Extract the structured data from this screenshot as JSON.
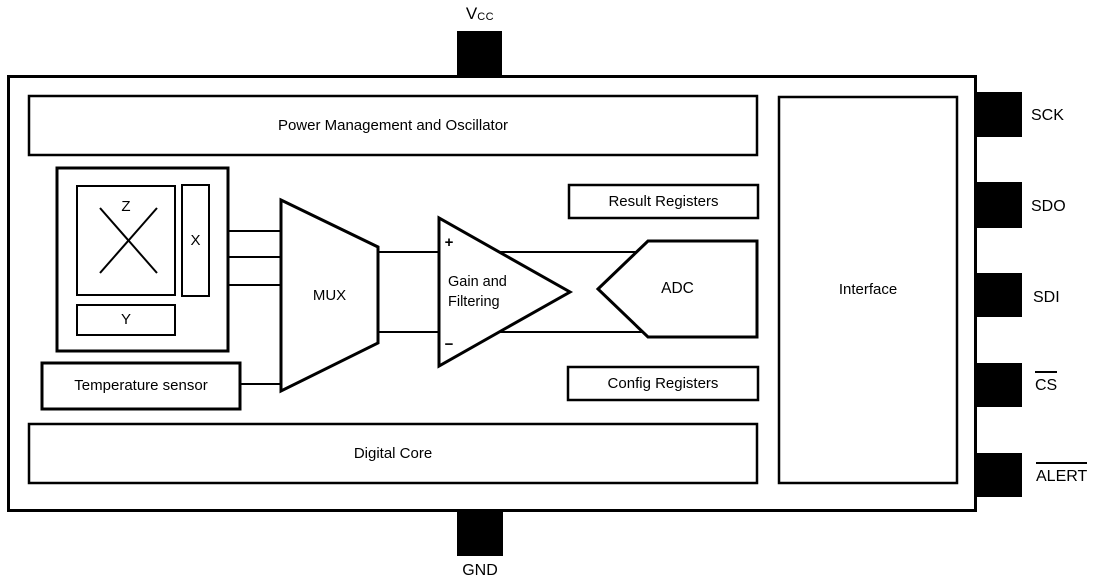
{
  "colors": {
    "ink": "#000000",
    "background": "#ffffff",
    "pin_fill": "#000000"
  },
  "pins": {
    "top": {
      "name": "V",
      "sub": "CC"
    },
    "bottom": {
      "name": "GND"
    },
    "right": [
      {
        "label": "SCK",
        "overline": false
      },
      {
        "label": "SDO",
        "overline": false
      },
      {
        "label": "SDI",
        "overline": false
      },
      {
        "label": "CS",
        "overline": true
      },
      {
        "label": "ALERT",
        "overline": true
      }
    ]
  },
  "blocks": {
    "power_management": "Power Management and Oscillator",
    "axis_z": "Z",
    "axis_x": "X",
    "axis_y": "Y",
    "temperature_sensor": "Temperature sensor",
    "mux": "MUX",
    "amplifier": {
      "line1": "Gain and",
      "line2": "Filtering",
      "plus": "+",
      "minus": "−"
    },
    "adc": "ADC",
    "result_registers": "Result Registers",
    "config_registers": "Config Registers",
    "interface": "Interface",
    "digital_core": "Digital Core"
  }
}
